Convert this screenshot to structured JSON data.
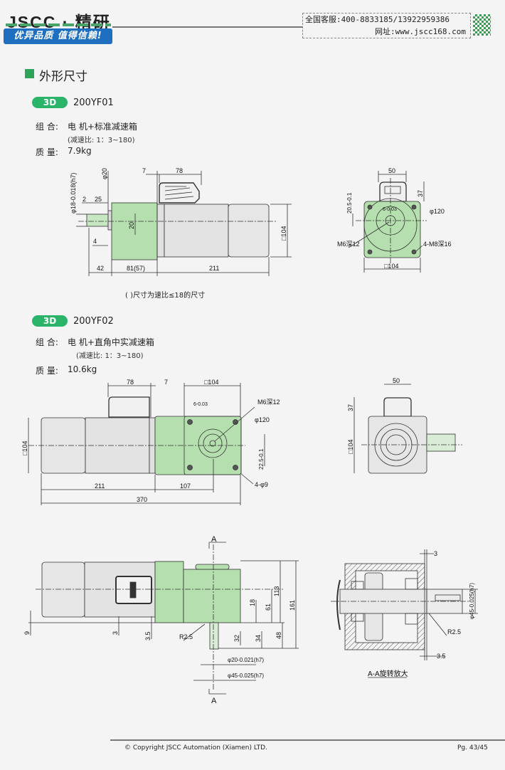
{
  "header": {
    "logo": "JSCC · 精研",
    "slogan": "优异品质 值得信赖!",
    "hotline": "全国客服:400-8833185/13922959386",
    "website": "网址:www.jscc168.com"
  },
  "section_title": "外形尺寸",
  "products": [
    {
      "badge": "3D",
      "model": "200YF01",
      "combo_label": "组 合:",
      "combo_value": "电 机+标准减速箱",
      "ratio": "(减速比: 1：3~180)",
      "mass_label": "质 量:",
      "mass_value": "7.9kg",
      "note": "( )尺寸为速比≤18的尺寸",
      "dims": {
        "d20": "φ20",
        "d18": "φ18-0.018(h7)",
        "d2": "2",
        "d25": "25",
        "d7": "7",
        "d78": "78",
        "d20b": "20",
        "d4": "4",
        "d42": "42",
        "d81": "81(57)",
        "d211": "211",
        "sq104": "□104",
        "d50": "50",
        "d37": "37",
        "d205": "20.5-0.1",
        "d6": "6-0.03",
        "d120": "φ120",
        "m6": "M6深12",
        "m8": "4-M8深16",
        "sq104b": "□104"
      }
    },
    {
      "badge": "3D",
      "model": "200YF02",
      "combo_label": "组 合:",
      "combo_value": "电 机+直角中实减速箱",
      "ratio": "(减速比: 1：3~180)",
      "mass_label": "质 量:",
      "mass_value": "10.6kg",
      "dims": {
        "d78": "78",
        "d7": "7",
        "sq104top": "□104",
        "d6": "6-0.03",
        "m6": "M6深12",
        "d120": "φ120",
        "d225": "22.5-0.1",
        "h9": "4-φ9",
        "d211": "211",
        "d107": "107",
        "d370": "370",
        "sq104": "□104",
        "d50": "50",
        "d37": "37",
        "sq104b": "□104",
        "secA": "A",
        "d113": "113",
        "d161": "161",
        "d61": "61",
        "d18": "18",
        "d48": "48",
        "d34": "34",
        "d32": "32",
        "d9": "9",
        "d3": "3",
        "d35": "3.5",
        "r25": "R2.5",
        "phi20": "φ20-0.021(h7)",
        "phi45": "φ45-0.025(h7)",
        "sec_3": "3",
        "sec_35": "3.5",
        "sec_phi45": "φ45-0.025(h7)",
        "sec_r25": "R2.5",
        "sec_caption": "A-A旋转放大"
      }
    }
  ],
  "footer": {
    "copyright": "© Copyright JSCC Automation (Xiamen) LTD.",
    "page": "Pg. 43/45"
  }
}
